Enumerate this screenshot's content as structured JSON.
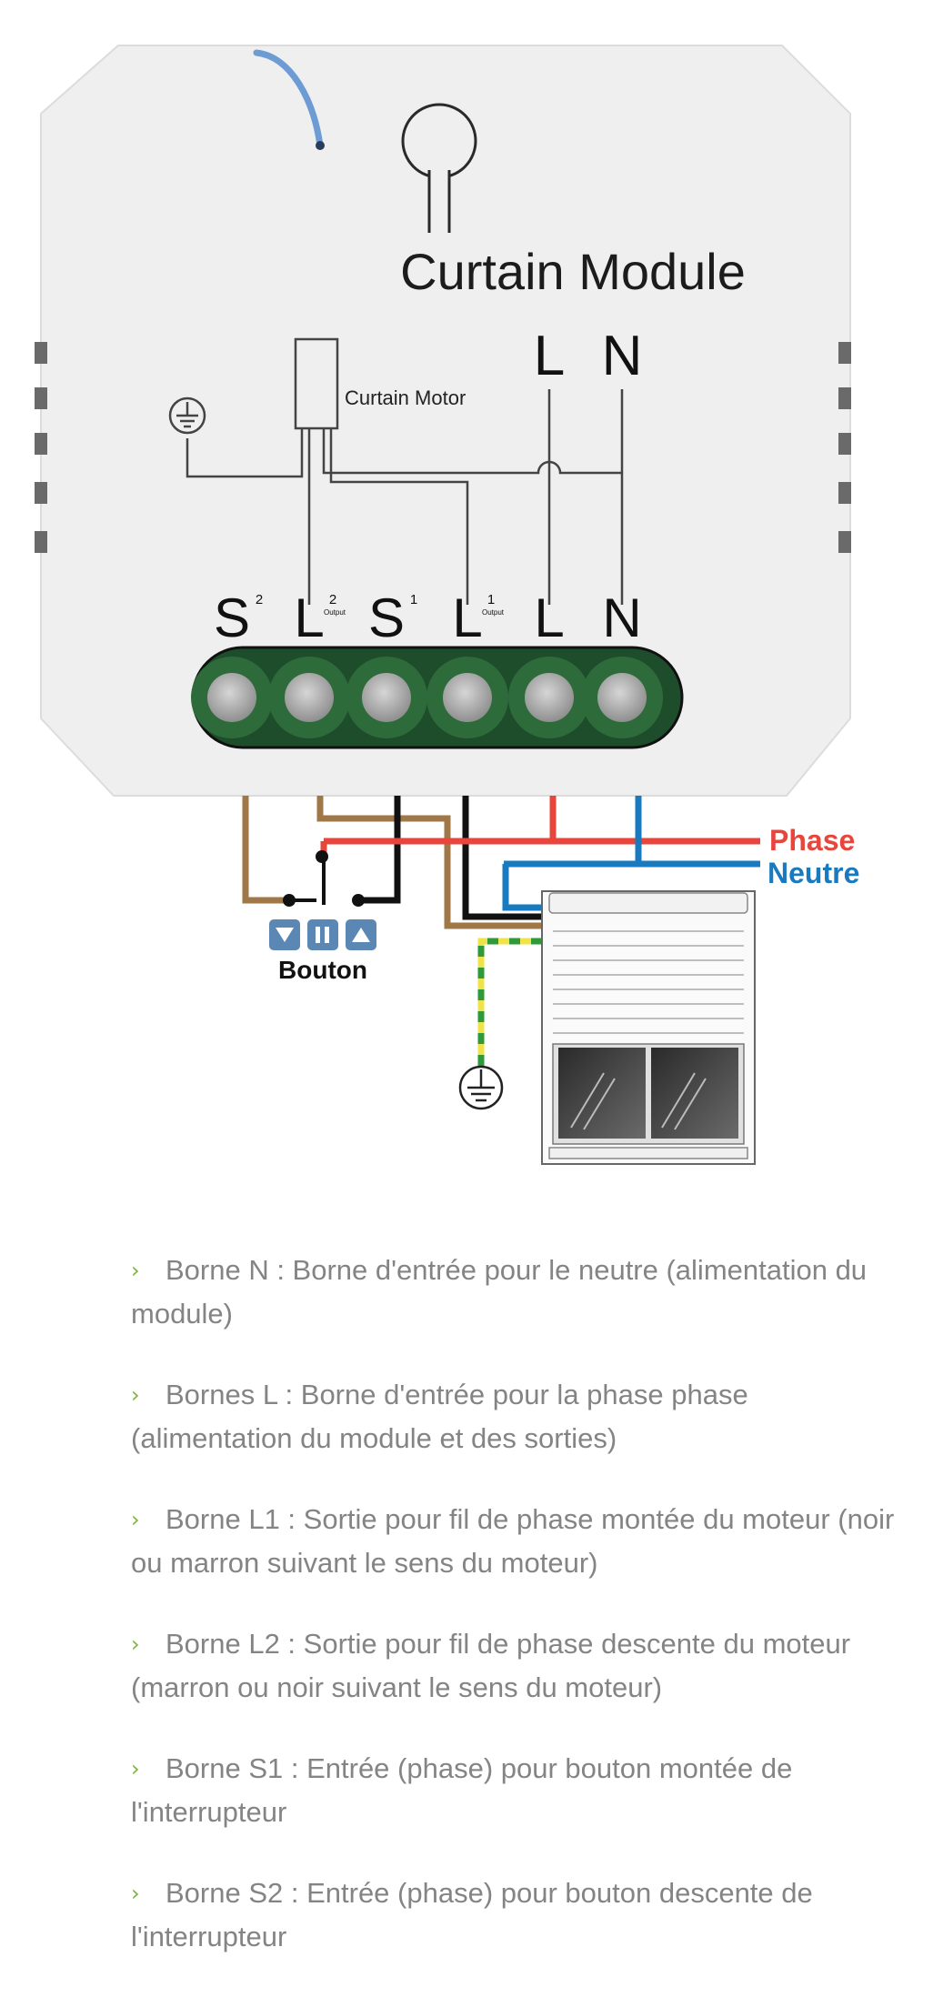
{
  "diagram": {
    "module_title": "Curtain Module",
    "motor_label": "Curtain Motor",
    "top_labels": [
      "L",
      "N"
    ],
    "terminals": [
      {
        "main": "S",
        "sup": "2",
        "sub": ""
      },
      {
        "main": "L",
        "sup": "2",
        "sub": "Output"
      },
      {
        "main": "S",
        "sup": "1",
        "sub": ""
      },
      {
        "main": "L",
        "sup": "1",
        "sub": "Output"
      },
      {
        "main": "L",
        "sup": "",
        "sub": ""
      },
      {
        "main": "N",
        "sup": "",
        "sub": ""
      }
    ],
    "phase_label": "Phase",
    "neutral_label": "Neutre",
    "button_label": "Bouton",
    "button_icons": [
      "down-arrow-icon",
      "pause-icon",
      "up-arrow-icon"
    ],
    "colors": {
      "phase": "#e8453c",
      "neutral": "#1a7abf",
      "brown_wire": "#a07848",
      "black_wire": "#111111",
      "earth_yellow": "#f0e24a",
      "earth_green": "#2e9a3a",
      "terminal_green": "#2e6b3a",
      "button_blue": "#5b87b5",
      "text_grey": "#848484",
      "chevron_green": "#7cb342"
    }
  },
  "items": [
    {
      "text": "Borne N : Borne d'entrée pour le neutre (alimentation du module)"
    },
    {
      "text": "Bornes L : Borne d'entrée pour la phase phase (alimentation du module et des sorties)"
    },
    {
      "text": "Borne L1 : Sortie pour fil de phase montée du moteur (noir ou marron suivant le sens du moteur)"
    },
    {
      "text": "Borne L2 : Sortie pour fil de phase descente du moteur (marron ou noir suivant le sens du moteur)"
    },
    {
      "text": "Borne S1 : Entrée (phase) pour bouton montée de l'interrupteur"
    },
    {
      "text": "Borne S2 : Entrée (phase) pour bouton descente de l'interrupteur"
    }
  ]
}
